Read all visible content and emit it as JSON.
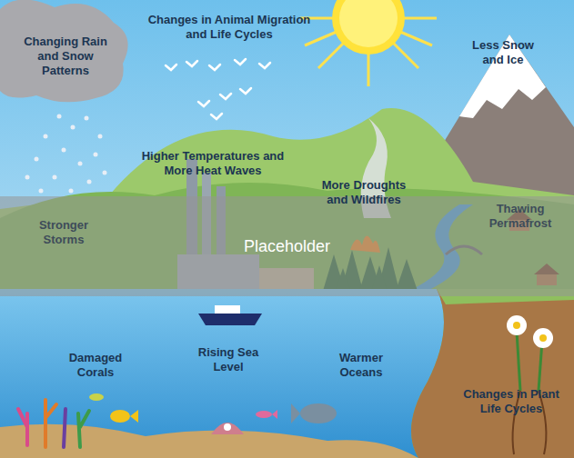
{
  "diagram": {
    "nodes": [
      {
        "text": [
          "Placeholder"
        ]
      }
    ],
    "labels": [
      "Changing Rain and Snow Patterns",
      "Changes in Animal Migration and Life Cycles",
      "Less Snow and Ice",
      "Higher Temperatures and More Heat Waves",
      "More Droughts and Wildfires",
      "Stronger Storms",
      "Thawing Permafrost",
      "Damaged Corals",
      "Rising Sea Level",
      "Warmer Oceans",
      "Changes in Plant Life Cycles"
    ]
  }
}
